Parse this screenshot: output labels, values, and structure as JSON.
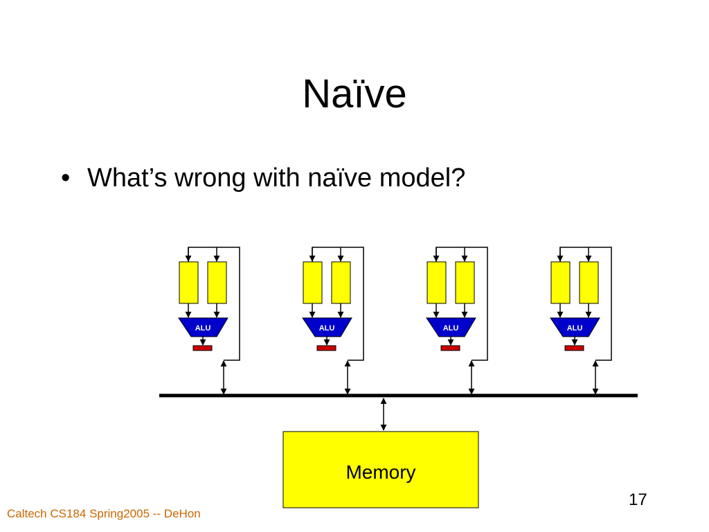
{
  "slide": {
    "title": "Naïve",
    "bullets": [
      "What’s wrong with naïve model?"
    ],
    "footer": "Caltech CS184 Spring2005 -- DeHon",
    "page_number": "17"
  },
  "diagram": {
    "processors": [
      {
        "alu_label": "ALU"
      },
      {
        "alu_label": "ALU"
      },
      {
        "alu_label": "ALU"
      },
      {
        "alu_label": "ALU"
      }
    ],
    "memory_label": "Memory",
    "colors": {
      "register": "#ffff00",
      "alu": "#0000cc",
      "output_register": "#cc0000",
      "memory": "#ffff00",
      "line": "#000000"
    }
  }
}
